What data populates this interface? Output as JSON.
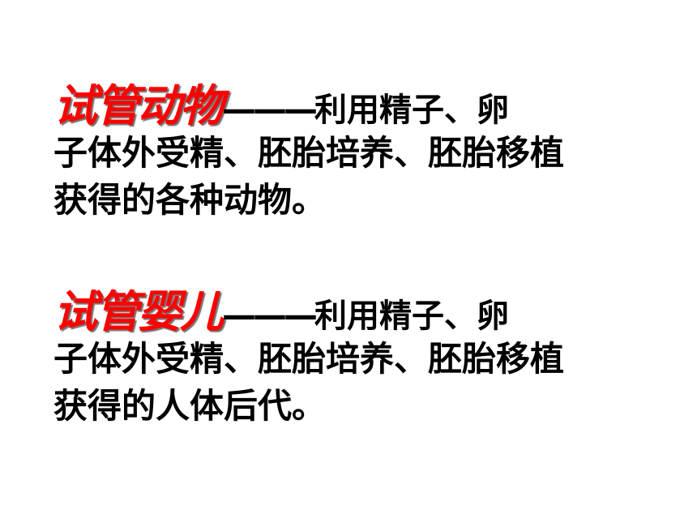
{
  "colors": {
    "term": "#ff0000",
    "text": "#000000",
    "background": "#ffffff"
  },
  "blocks": [
    {
      "term": "试管动物",
      "dash": "———",
      "line1_rest": "利用精子、卵",
      "line2": "子体外受精、胚胎培养、胚胎移植",
      "line3": "获得的各种动物。"
    },
    {
      "term": "试管婴儿",
      "dash": "———",
      "line1_rest": "利用精子、卵",
      "line2": "子体外受精、胚胎培养、胚胎移植",
      "line3": "获得的人体后代。"
    }
  ]
}
